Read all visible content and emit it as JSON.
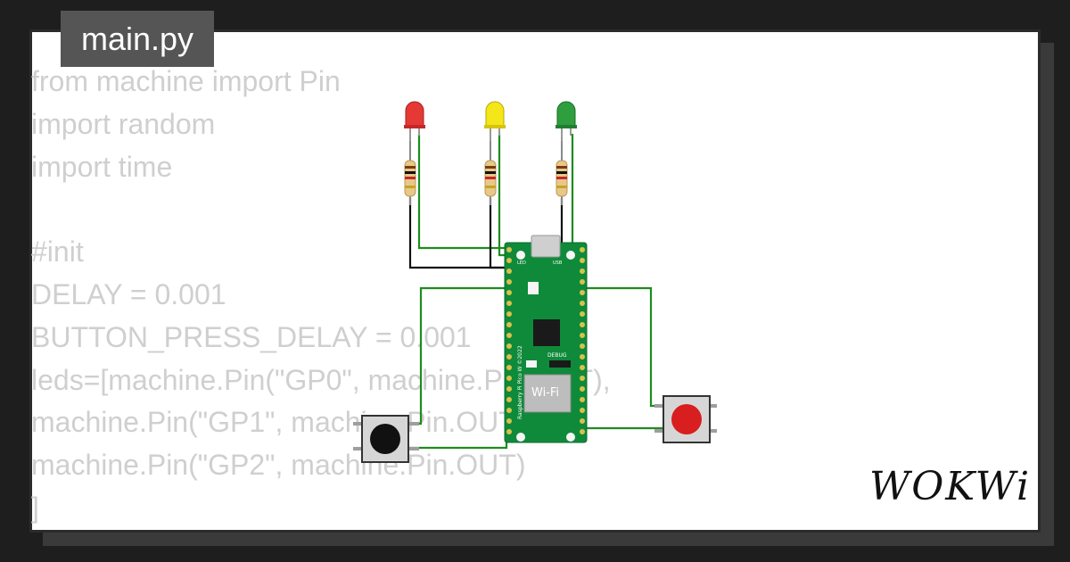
{
  "file_tab": {
    "label": "main.py"
  },
  "code_lines": [
    "from machine import Pin",
    "import random",
    "import time",
    "",
    "#init",
    "DELAY = 0.001",
    "BUTTON_PRESS_DELAY = 0.001",
    "leds=[machine.Pin(\"GP0\", machine.Pin.OUT),",
    "machine.Pin(\"GP1\", machine.Pin.OUT),",
    "machine.Pin(\"GP2\", machine.Pin.OUT)",
    "]"
  ],
  "board": {
    "name_text": "Raspberry Pi Pico W ©2022",
    "wifi_label": "Wi-Fi",
    "debug_label": "DEBUG",
    "led_label": "LED",
    "usb_label": "USB"
  },
  "brand": {
    "logo_text": "WOKWi"
  },
  "colors": {
    "led_red": "#e53935",
    "led_yellow": "#f5e61a",
    "led_green": "#2e9e3e",
    "board_green": "#0f8a3a",
    "wire_green": "#1e8c1e",
    "wire_black": "#111111",
    "button_red": "#d81e1e",
    "button_black": "#111111"
  }
}
